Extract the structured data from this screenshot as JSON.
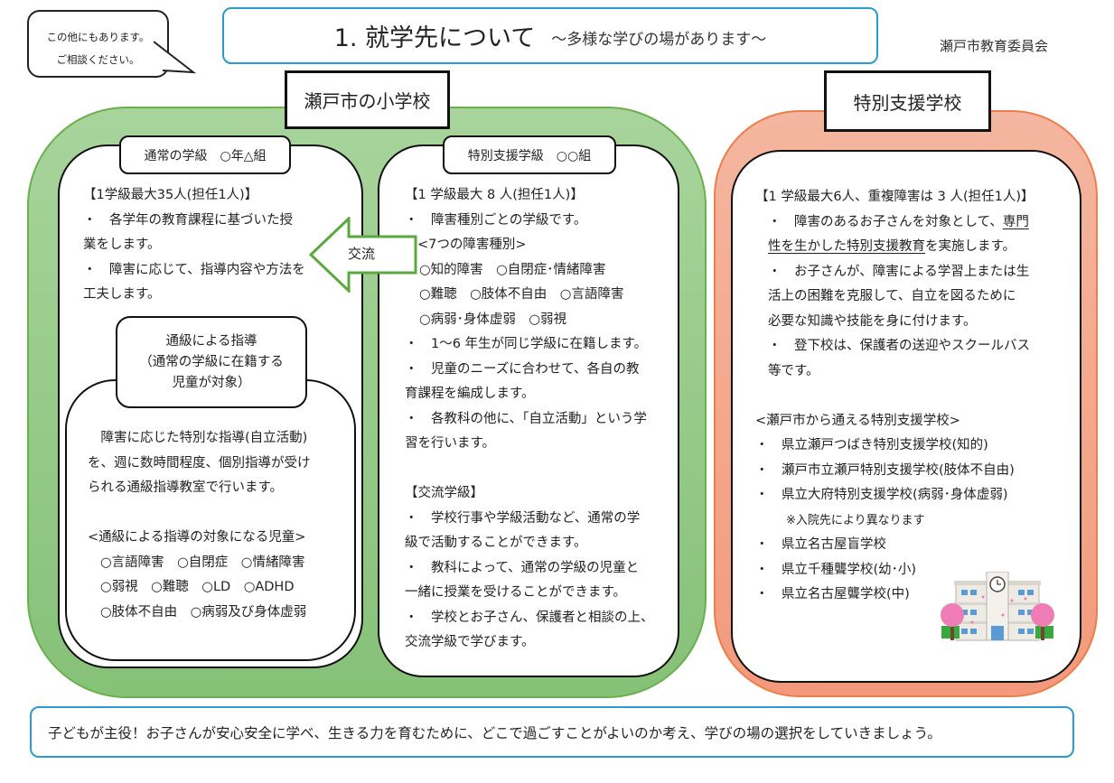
{
  "bubble": {
    "line1": "この他にもあります。",
    "line2": "ご相談ください。"
  },
  "header": {
    "title": "1. 就学先について",
    "subtitle": "～多様な学びの場があります～",
    "organization": "瀬戸市教育委員会"
  },
  "colors": {
    "title_border": "#2a9bd0",
    "green_fill": "#a8d49c",
    "green_border": "#6ab04c",
    "orange_fill": "#f4b6a0",
    "orange_border": "#ed7d4a"
  },
  "elementary": {
    "label": "瀬戸市の小学校",
    "normal_class": {
      "label": "通常の学級　○年△組",
      "lines": [
        "【1学級最大35人(担任1人)】",
        "・　各学年の教育課程に基づいた授",
        "業をします。",
        "・　障害に応じて、指導内容や方法を",
        "工夫します。"
      ]
    },
    "exchange_arrow": {
      "label": "交流",
      "icon": "arrow-left-icon"
    },
    "tsukyu": {
      "label_lines": [
        "通級による指導",
        "（通常の学級に在籍する",
        "児童が対象）"
      ],
      "lines": [
        "　障害に応じた特別な指導(自立活動)",
        "を、週に数時間程度、個別指導が受け",
        "られる通級指導教室で行います。",
        "",
        "<通級による指導の対象になる児童>",
        "○言語障害　○自閉症　○情緒障害",
        "○弱視　○難聴　○LD　○ADHD",
        "○肢体不自由　○病弱及び身体虚弱"
      ]
    },
    "special_class": {
      "label": "特別支援学級　○○組",
      "lines": [
        "【1 学級最大 8 人(担任1人)】",
        "・　障害種別ごとの学級です。",
        "<7つの障害種別>",
        "○知的障害　○自閉症･情緒障害",
        "○難聴　○肢体不自由　○言語障害",
        "○病弱･身体虚弱　○弱視",
        "・　1～6 年生が同じ学級に在籍します。",
        "・　児童のニーズに合わせて、各自の教",
        "育課程を編成します。",
        "・　各教科の他に、「自立活動」という学",
        "習を行います。",
        "",
        "【交流学級】",
        "・　学校行事や学級活動など、通常の学",
        "級で活動することができます。",
        "・　教科によって、通常の学級の児童と",
        "一緒に授業を受けることができます。",
        "・　学校とお子さん、保護者と相談の上、",
        "交流学級で学びます。"
      ]
    }
  },
  "special_school": {
    "label": "特別支援学校",
    "header_line": "【1 学級最大6人、重複障害は 3 人(担任1人)】",
    "p1_a": "・　障害のあるお子さんを対象として、",
    "p1_u1": "専門",
    "p1_u2": "性を生かした特別支援教育",
    "p1_b": "を実施します。",
    "lines": [
      "・　お子さんが、障害による学習上または生",
      "活上の困難を克服して、自立を図るために",
      "必要な知識や技能を身に付けます。",
      "・　登下校は、保護者の送迎やスクールバス",
      "等です。"
    ],
    "list_title": "<瀬戸市から通える特別支援学校>",
    "schools": [
      "・　県立瀬戸つばき特別支援学校(知的)",
      "・　瀬戸市立瀬戸特別支援学校(肢体不自由)",
      "・　県立大府特別支援学校(病弱･身体虚弱)"
    ],
    "note": "※入院先により異なります",
    "schools2": [
      "・　県立名古屋盲学校",
      "・　県立千種聾学校(幼･小)",
      "・　県立名古屋聾学校(中)"
    ],
    "illustration": "school-building-icon"
  },
  "footer": {
    "text": "子どもが主役！お子さんが安心安全に学べ、生きる力を育むために、どこで過ごすことがよいのか考え、学びの場の選択をしていきましょう。"
  }
}
